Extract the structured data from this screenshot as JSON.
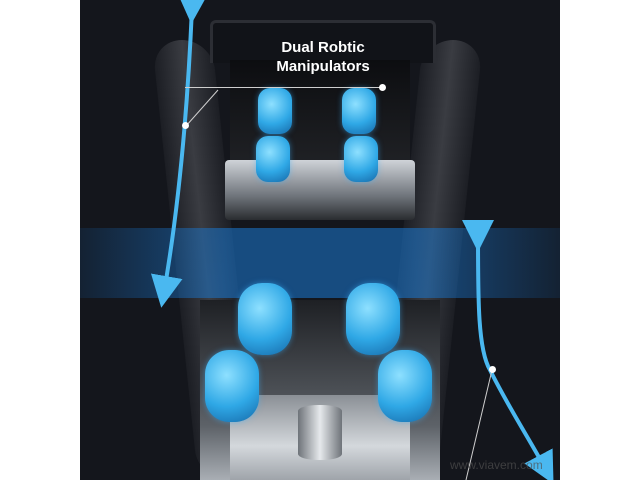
{
  "image": {
    "subject": "massage chair dual robotic roller mechanism",
    "annotation": {
      "line1": "Dual Robtic",
      "line2": "Manipulators"
    },
    "watermark": "www.viavem.com",
    "colors": {
      "background": "#14161c",
      "roller_blue": "#2fa8e6",
      "arrow_blue": "#4ab8f0",
      "highlight_band": "#1978d2",
      "margin": "#ffffff"
    }
  }
}
